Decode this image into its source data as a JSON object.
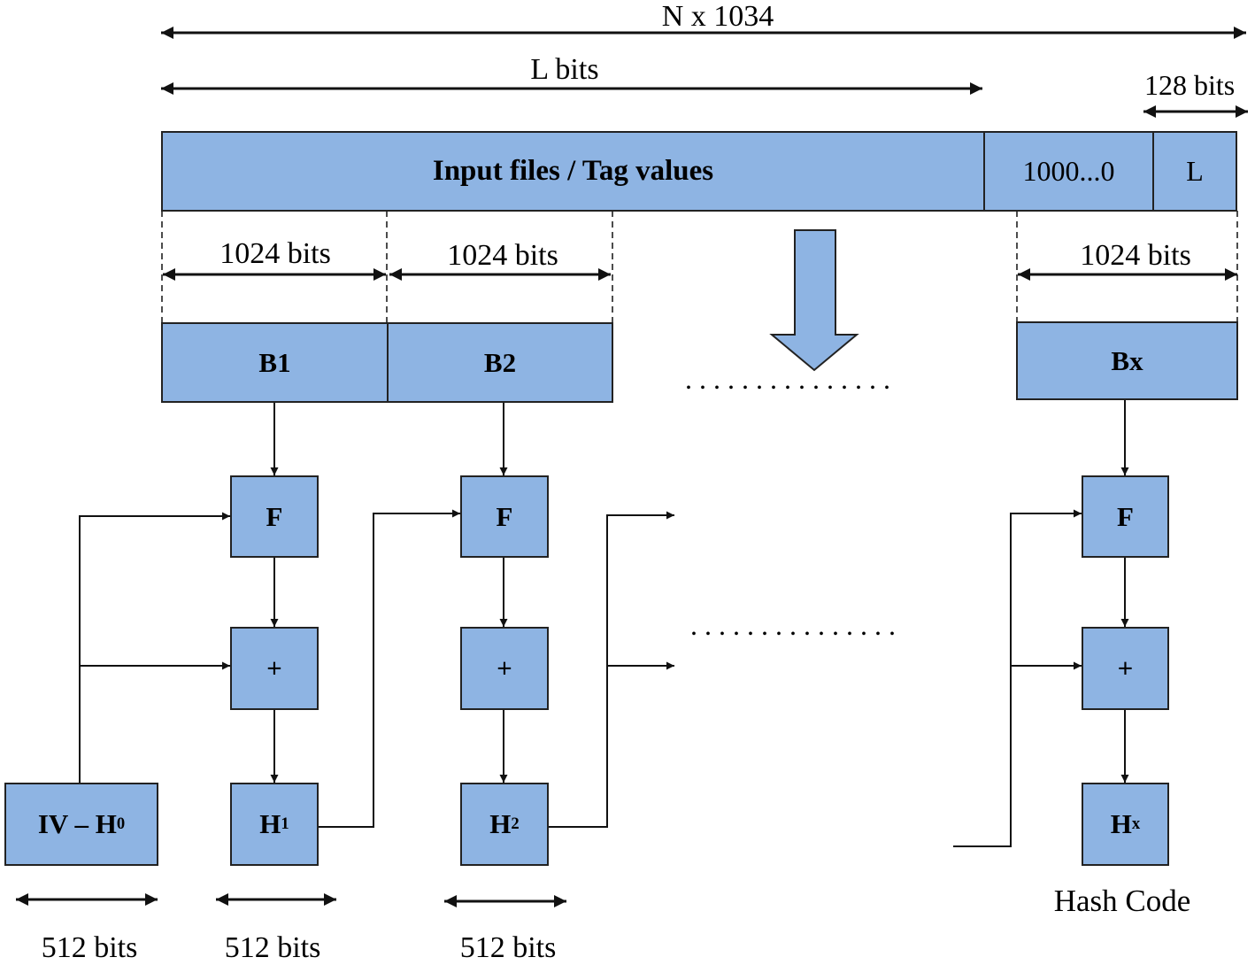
{
  "dimensions": {
    "total": "N x 1034",
    "message": "L bits",
    "length_field": "128 bits",
    "block_a": "1024 bits",
    "block_b": "1024 bits",
    "block_x": "1024 bits",
    "hash_a": "512 bits",
    "hash_b": "512 bits",
    "hash_c": "512 bits"
  },
  "message_bar": {
    "input": "Input files / Tag values",
    "padding": "1000...0",
    "length": "L"
  },
  "blocks": {
    "b1": "B1",
    "b2": "B2",
    "bx": "Bx"
  },
  "operations": {
    "compress": "F",
    "add": "+"
  },
  "hashes": {
    "iv_base": "IV – H",
    "iv_sub": "0",
    "h1_base": "H",
    "h1_sub": "1",
    "h2_base": "H",
    "h2_sub": "2",
    "hx_base": "H",
    "hx_sub": "x"
  },
  "ellipsis": ". . . . . . . . . . . . . . .",
  "output_label": "Hash Code",
  "colors": {
    "box_fill": "#8eb4e3",
    "arrow_fill": "#8eb4e3",
    "stroke": "#222222"
  }
}
